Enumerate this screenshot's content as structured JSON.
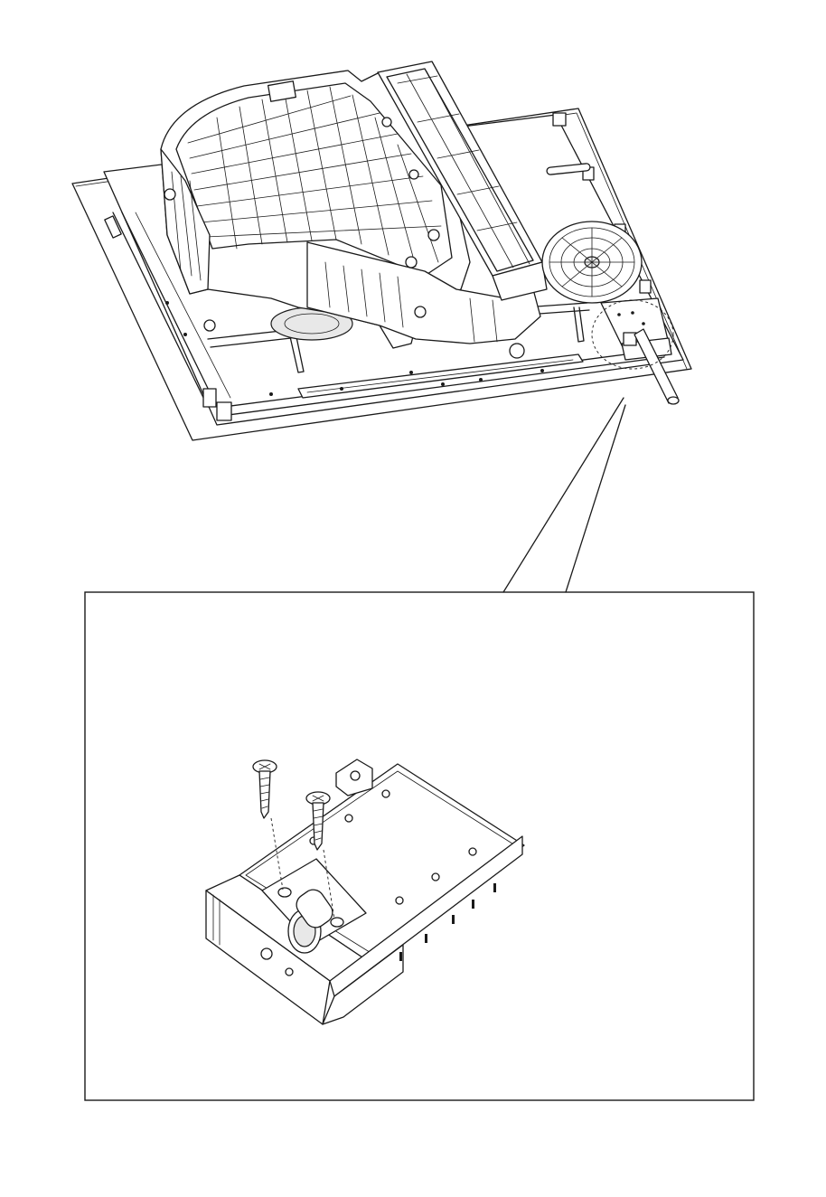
{
  "figure": {
    "kind": "exploded-assembly-drawing",
    "view_main": "hob-underside-overview",
    "view_detail": "terminal-block-cover-screws"
  },
  "colors": {
    "line": "#1a1a1a",
    "background": "#ffffff"
  }
}
